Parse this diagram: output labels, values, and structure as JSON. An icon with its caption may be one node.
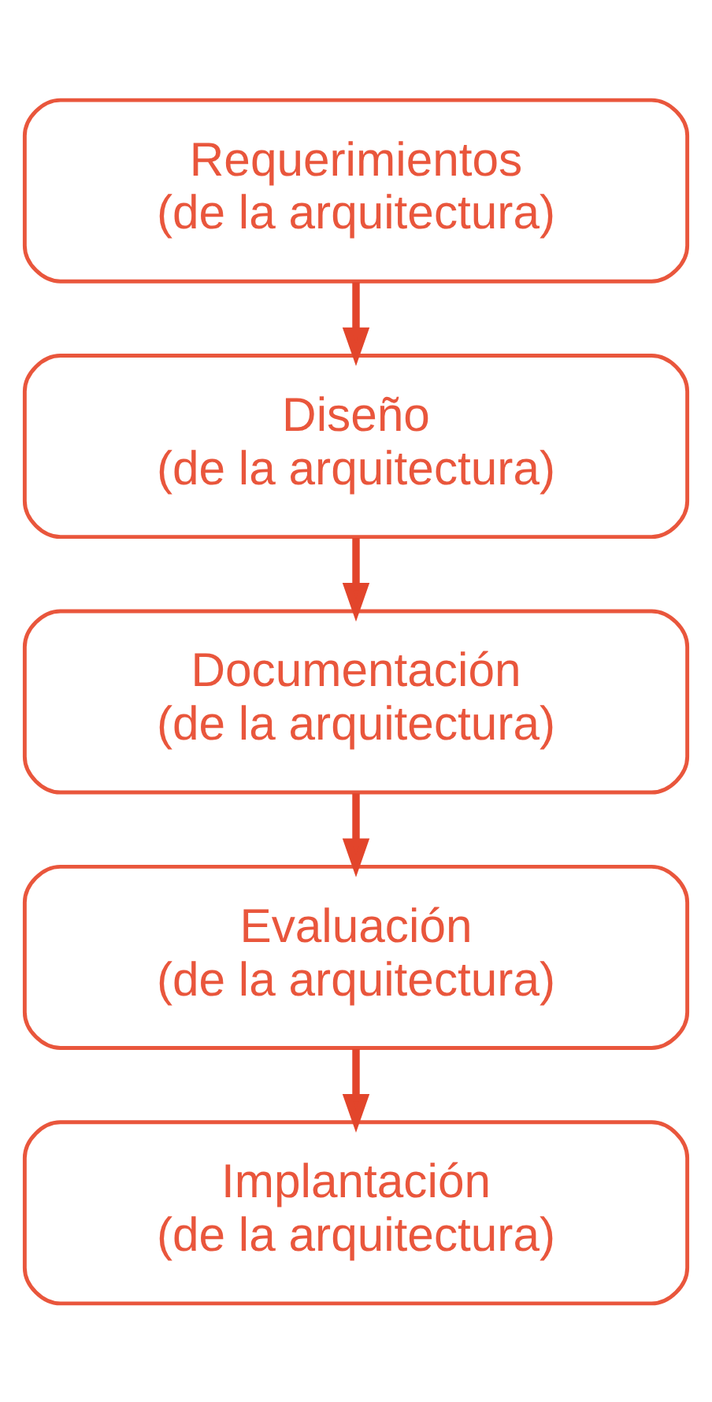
{
  "diagram": {
    "nodes": [
      {
        "text": [
          "Requerimientos",
          "(de la arquitectura)"
        ]
      },
      {
        "text": [
          "Diseño",
          "(de la arquitectura)"
        ]
      },
      {
        "text": [
          "Documentación",
          "(de la arquitectura)"
        ]
      },
      {
        "text": [
          "Evaluación",
          "(de la arquitectura)"
        ]
      },
      {
        "text": [
          "Implantación",
          "(de la arquitectura)"
        ]
      }
    ],
    "edges": [
      {
        "from": 0,
        "to": 1,
        "arrow": "to"
      },
      {
        "from": 1,
        "to": 2,
        "arrow": "to"
      },
      {
        "from": 2,
        "to": 3,
        "arrow": "to"
      },
      {
        "from": 3,
        "to": 4,
        "arrow": "to"
      }
    ]
  }
}
